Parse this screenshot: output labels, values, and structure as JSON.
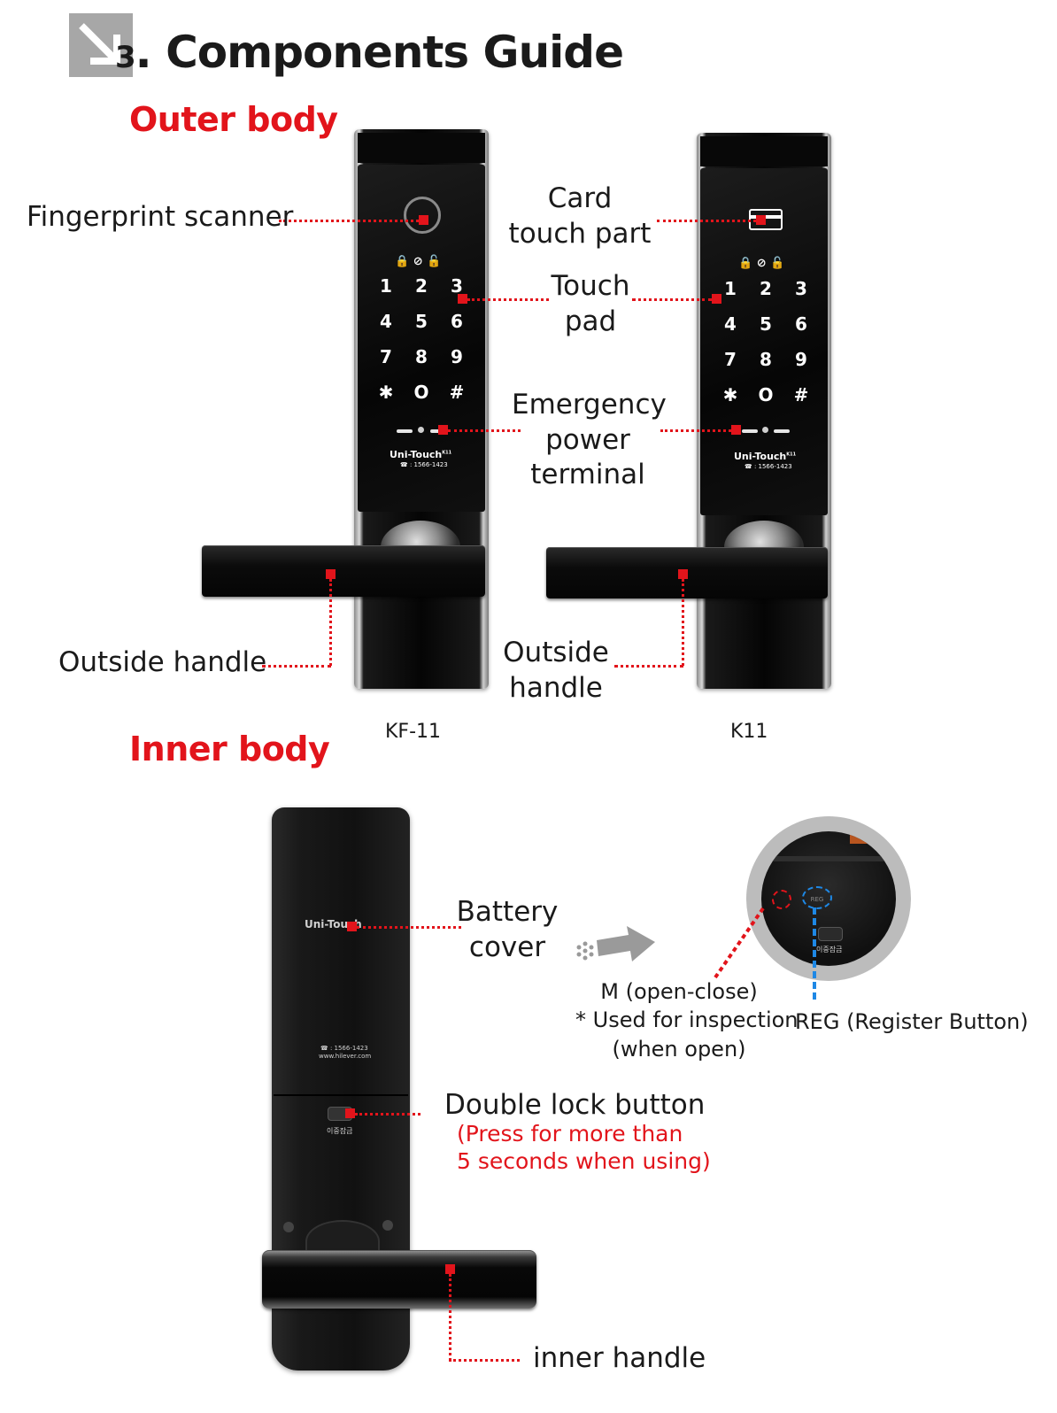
{
  "header": {
    "number": "3",
    "title": ". Components Guide"
  },
  "sections": {
    "outer": "Outer body",
    "inner": "Inner body"
  },
  "outer_labels": {
    "fingerprint": "Fingerprint scanner",
    "card_line1": "Card",
    "card_line2": "touch part",
    "touch_line1": "Touch",
    "touch_line2": "pad",
    "emergency_line1": "Emergency",
    "emergency_line2": "power",
    "emergency_line3": "terminal",
    "outside_handle_left": "Outside handle",
    "outside_handle_right_1": "Outside",
    "outside_handle_right_2": "handle"
  },
  "models": {
    "left": "KF-11",
    "right": "K11"
  },
  "keypad": [
    "1",
    "2",
    "3",
    "4",
    "5",
    "6",
    "7",
    "8",
    "9",
    "✱",
    "O",
    "#"
  ],
  "device": {
    "brand": "Uni-Touch",
    "brand_sup": "K11",
    "phone": "☎ : 1566-1423",
    "website": "www.hilever.com",
    "inner_button_caption": "이중잠금"
  },
  "inner_labels": {
    "battery_line1": "Battery",
    "battery_line2": "cover",
    "m_line1": "M (open-close)",
    "m_line2": "* Used for inspection",
    "m_line3": "(when open)",
    "reg": "REG (Register Button)",
    "reg_tag": "REG",
    "double_lock": "Double lock button",
    "double_lock_note1": "(Press for more than",
    "double_lock_note2": "5 seconds when using)",
    "inner_handle": "inner handle"
  },
  "colors": {
    "accent_red": "#e2141b",
    "reg_blue": "#1e88e5"
  }
}
